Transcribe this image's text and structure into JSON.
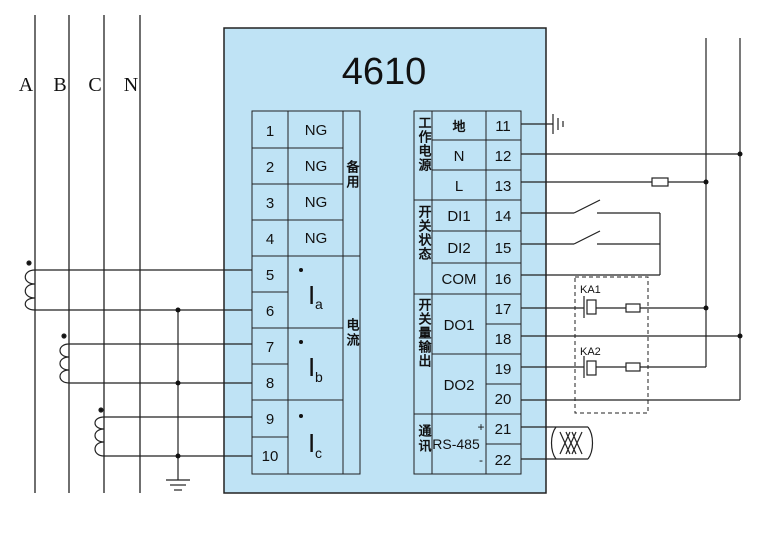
{
  "device": {
    "model": "4610",
    "panel_color": "#bfe3f5"
  },
  "phases": [
    "A",
    "B",
    "C",
    "N"
  ],
  "left_terminals": [
    {
      "num": "1",
      "label": "NG"
    },
    {
      "num": "2",
      "label": "NG"
    },
    {
      "num": "3",
      "label": "NG"
    },
    {
      "num": "4",
      "label": "NG"
    },
    {
      "num": "5",
      "label": ""
    },
    {
      "num": "6",
      "label": ""
    },
    {
      "num": "7",
      "label": ""
    },
    {
      "num": "8",
      "label": ""
    },
    {
      "num": "9",
      "label": ""
    },
    {
      "num": "10",
      "label": ""
    }
  ],
  "current_inputs": [
    {
      "main": "I",
      "sub": "a"
    },
    {
      "main": "I",
      "sub": "b"
    },
    {
      "main": "I",
      "sub": "c"
    }
  ],
  "left_groups": {
    "spare": "备用",
    "current": "电流"
  },
  "right_groups": {
    "power": "工作电源",
    "switch_state": "开关状态",
    "switch_output": "开关量输出",
    "comm": "通讯"
  },
  "right_terminals": [
    {
      "num": "11",
      "label": "地"
    },
    {
      "num": "12",
      "label": "N"
    },
    {
      "num": "13",
      "label": "L"
    },
    {
      "num": "14",
      "label": "DI1"
    },
    {
      "num": "15",
      "label": "DI2"
    },
    {
      "num": "16",
      "label": "COM"
    },
    {
      "num": "17",
      "label": ""
    },
    {
      "num": "18",
      "label": ""
    },
    {
      "num": "19",
      "label": ""
    },
    {
      "num": "20",
      "label": ""
    },
    {
      "num": "21",
      "label": ""
    },
    {
      "num": "22",
      "label": ""
    }
  ],
  "outputs": {
    "do1": "DO1",
    "do2": "DO2"
  },
  "comm": {
    "label": "RS-485",
    "plus": "+",
    "minus": "-"
  },
  "relays": {
    "ka1": "KA1",
    "ka2": "KA2"
  }
}
